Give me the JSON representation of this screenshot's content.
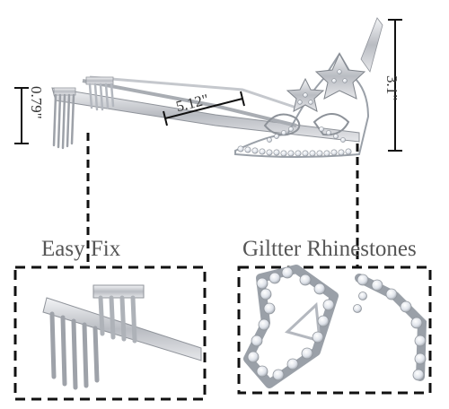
{
  "dimensions": {
    "height": "3.1\"",
    "comb_height": "0.79\"",
    "width": "5.12\""
  },
  "callouts": {
    "left_label": "Easy Fix",
    "right_label": "Giltter Rhinestones"
  },
  "colors": {
    "silver": "#c9ccd1",
    "outline": "#222222",
    "label_text": "#555555",
    "background": "#ffffff"
  }
}
